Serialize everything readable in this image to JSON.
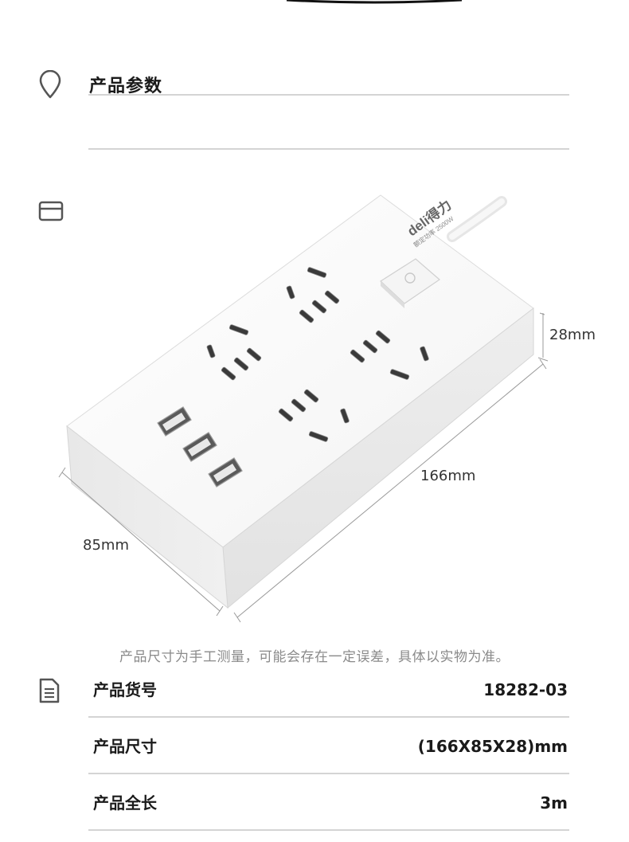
{
  "section": {
    "title": "产品参数"
  },
  "brand": {
    "logo_text": "deli得力",
    "rating_text": "额定功率 2500W"
  },
  "dimensions": {
    "height": "28mm",
    "length": "166mm",
    "width": "85mm"
  },
  "disclaimer": "产品尺寸为手工测量，可能会存在一定误差，具体以实物为准。",
  "specs": [
    {
      "label": "产品货号",
      "value": "18282-03"
    },
    {
      "label": "产品尺寸",
      "value": "(166X85X28)mm"
    },
    {
      "label": "产品全长",
      "value": "3m"
    }
  ],
  "icons": {
    "section": "location-pin-icon",
    "image": "card-icon",
    "specs": "document-icon"
  },
  "colors": {
    "rule": "#d4d4d4",
    "disclaimer": "#8a8a8a",
    "icon_stroke": "#555555"
  }
}
